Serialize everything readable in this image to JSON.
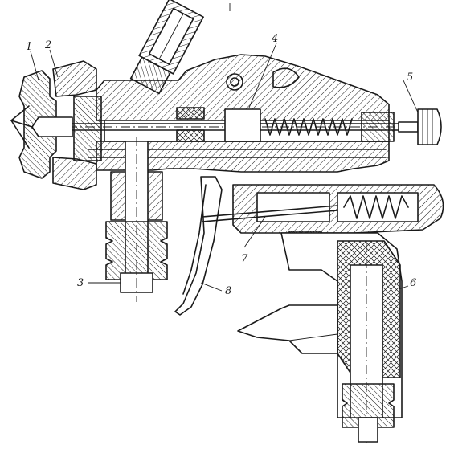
{
  "figure": {
    "callouts": [
      {
        "id": "1",
        "text": "1"
      },
      {
        "id": "2",
        "text": "2"
      },
      {
        "id": "3",
        "text": "3"
      },
      {
        "id": "4",
        "text": "4"
      },
      {
        "id": "5",
        "text": "5"
      },
      {
        "id": "6",
        "text": "6"
      },
      {
        "id": "7",
        "text": "7"
      },
      {
        "id": "8",
        "text": "8"
      }
    ]
  },
  "colors": {
    "ink": "#1a1a1a",
    "paper": "#ffffff"
  }
}
